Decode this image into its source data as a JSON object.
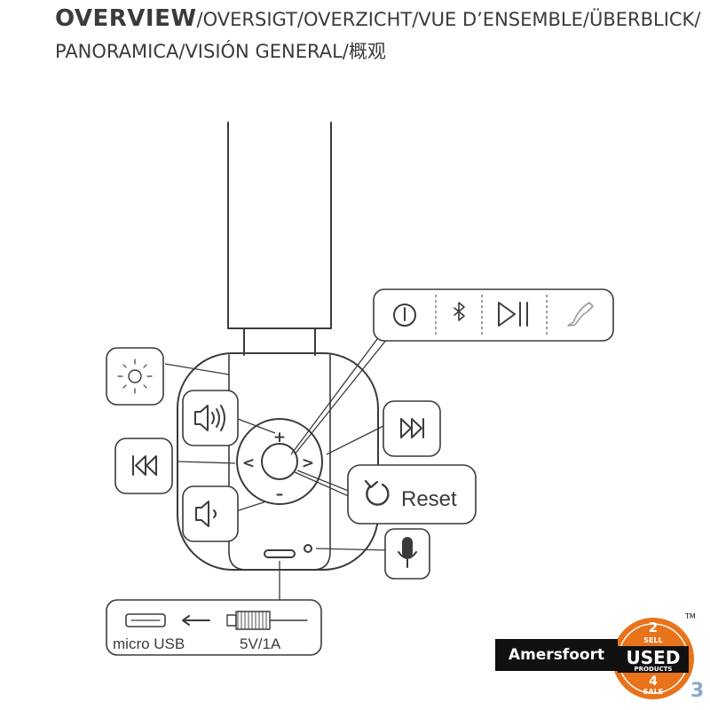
{
  "header": {
    "title_bold": "OVERVIEW",
    "title_rest": "/OVERSIGT/OVERZICHT/VUE D’ENSEMBLE/ÜBERBLICK/",
    "line2": "PANORAMICA/VISIÓN GENERAL/概观"
  },
  "controls": {
    "plus_symbol": "+",
    "minus_symbol": "–",
    "prev_symbol": "<",
    "next_symbol": ">",
    "reset_label": "Reset"
  },
  "connector": {
    "micro_usb_label": "micro USB",
    "power_label": "5V/1A"
  },
  "icons": {
    "light": "light-icon",
    "volume_up": "volume-up-icon",
    "volume_down": "volume-down-icon",
    "previous": "previous-track-icon",
    "next": "next-track-icon",
    "power": "power-icon",
    "bluetooth": "bluetooth-icon",
    "play_pause": "play-pause-icon",
    "phone": "phone-icon",
    "microphone": "microphone-icon",
    "reset": "reset-icon"
  },
  "watermark": {
    "store": "Amersfoort",
    "badge_top": "2",
    "badge_sell": "SELL",
    "badge_used": "USED",
    "badge_products": "PRODUCTS",
    "badge_bottom": "4",
    "badge_sale": "SALE",
    "trademark": "TM",
    "badge_color": "#e8731a"
  },
  "page_number": "3"
}
